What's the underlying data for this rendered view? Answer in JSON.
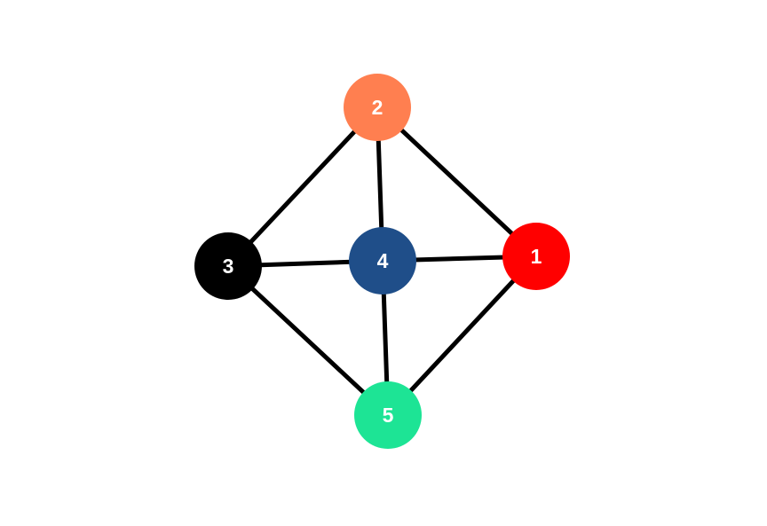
{
  "graph": {
    "nodes": [
      {
        "id": "1",
        "label": "1",
        "color": "#FF0000"
      },
      {
        "id": "2",
        "label": "2",
        "color": "#FF7F50"
      },
      {
        "id": "3",
        "label": "3",
        "color": "#000000"
      },
      {
        "id": "4",
        "label": "4",
        "color": "#1F4E89"
      },
      {
        "id": "5",
        "label": "5",
        "color": "#1DE495"
      }
    ],
    "edges": [
      {
        "from": "2",
        "to": "3"
      },
      {
        "from": "2",
        "to": "4"
      },
      {
        "from": "2",
        "to": "1"
      },
      {
        "from": "3",
        "to": "4"
      },
      {
        "from": "4",
        "to": "1"
      },
      {
        "from": "3",
        "to": "5"
      },
      {
        "from": "4",
        "to": "5"
      },
      {
        "from": "1",
        "to": "5"
      }
    ]
  }
}
